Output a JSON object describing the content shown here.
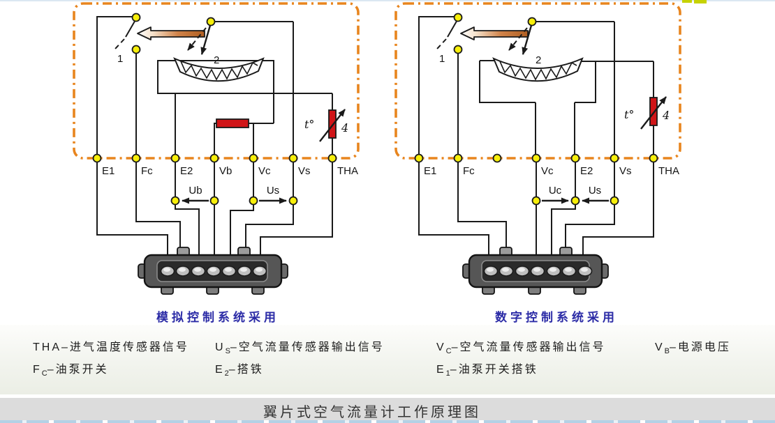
{
  "top_title": "翼片式空气流量计工作原理图",
  "captions": {
    "analog": "模拟控制系统采用",
    "digital": "数字控制系统采用"
  },
  "analog": {
    "terminals": [
      "E1",
      "Fc",
      "E2",
      "Vb",
      "Vc",
      "Vs",
      "THA"
    ],
    "voltage_left": "Ub",
    "voltage_right": "Us",
    "switch_label": "1",
    "track_label": "2",
    "temp_symbol": "t°",
    "thermistor_label": "4"
  },
  "digital": {
    "terminals": [
      "E1",
      "Fc",
      "Vc",
      "E2",
      "Vs",
      "THA"
    ],
    "voltage_left": "Uc",
    "voltage_right": "Us",
    "switch_label": "1",
    "track_label": "2",
    "temp_symbol": "t°",
    "thermistor_label": "4"
  },
  "legend": {
    "items": [
      {
        "sym": "THA",
        "sub": "",
        "desc": "–进气温度传感器信号"
      },
      {
        "sym": "U",
        "sub": "S",
        "desc": "–空气流量传感器输出信号"
      },
      {
        "sym": "V",
        "sub": "C",
        "desc": "–空气流量传感器输出信号"
      },
      {
        "sym": "V",
        "sub": "B",
        "desc": "–电源电压"
      },
      {
        "sym": "F",
        "sub": "C",
        "desc": "–油泵开关"
      },
      {
        "sym": "E",
        "sub": "2",
        "desc": "–搭铁"
      },
      {
        "sym": "E",
        "sub": "1",
        "desc": "–油泵开关搭铁"
      }
    ]
  },
  "colors": {
    "accent_orange": "#e8851e",
    "terminal_yellow": "#f7ef0a",
    "component_red": "#d01518",
    "caption_blue": "#2b2ba6"
  }
}
